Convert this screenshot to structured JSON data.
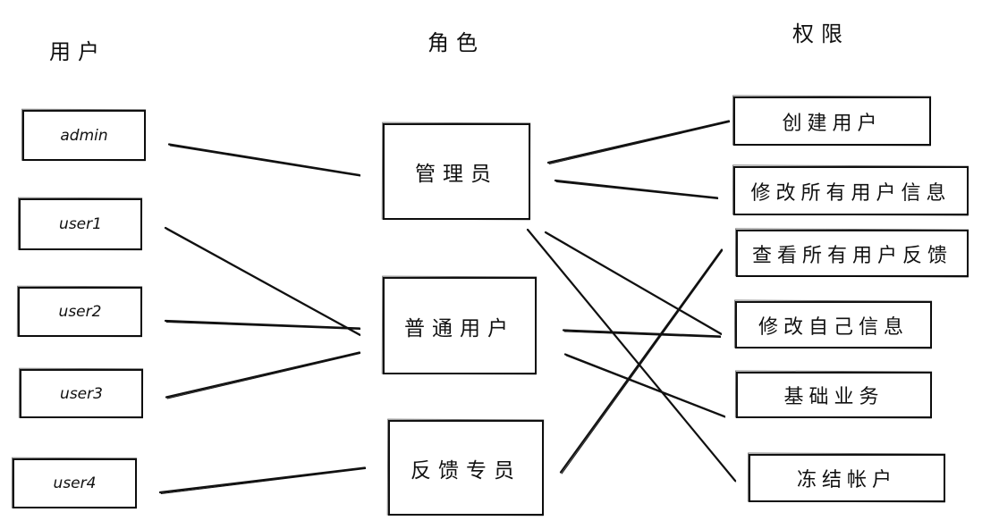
{
  "columns": {
    "users": "用户",
    "roles": "角色",
    "permissions": "权限"
  },
  "users": [
    {
      "id": "admin",
      "label": "admin"
    },
    {
      "id": "user1",
      "label": "user1"
    },
    {
      "id": "user2",
      "label": "user2"
    },
    {
      "id": "user3",
      "label": "user3"
    },
    {
      "id": "user4",
      "label": "user4"
    }
  ],
  "roles": [
    {
      "id": "administrator",
      "label": "管理员"
    },
    {
      "id": "regular-user",
      "label": "普通用户"
    },
    {
      "id": "feedback-specialist",
      "label": "反馈专员"
    }
  ],
  "permissions": [
    {
      "id": "create-user",
      "label": "创建用户"
    },
    {
      "id": "edit-all-user-info",
      "label": "修改所有用户信息"
    },
    {
      "id": "view-all-user-feedback",
      "label": "查看所有用户反馈"
    },
    {
      "id": "edit-own-info",
      "label": "修改自己信息"
    },
    {
      "id": "basic-business",
      "label": "基础业务"
    },
    {
      "id": "freeze-account",
      "label": "冻结帐户"
    }
  ],
  "user_role_links": [
    [
      "admin",
      "administrator"
    ],
    [
      "user1",
      "regular-user"
    ],
    [
      "user2",
      "regular-user"
    ],
    [
      "user3",
      "regular-user"
    ],
    [
      "user4",
      "feedback-specialist"
    ]
  ],
  "role_permission_links": [
    [
      "administrator",
      "create-user"
    ],
    [
      "administrator",
      "edit-all-user-info"
    ],
    [
      "administrator",
      "edit-own-info"
    ],
    [
      "administrator",
      "freeze-account"
    ],
    [
      "regular-user",
      "edit-own-info"
    ],
    [
      "regular-user",
      "basic-business"
    ],
    [
      "feedback-specialist",
      "view-all-user-feedback"
    ]
  ]
}
